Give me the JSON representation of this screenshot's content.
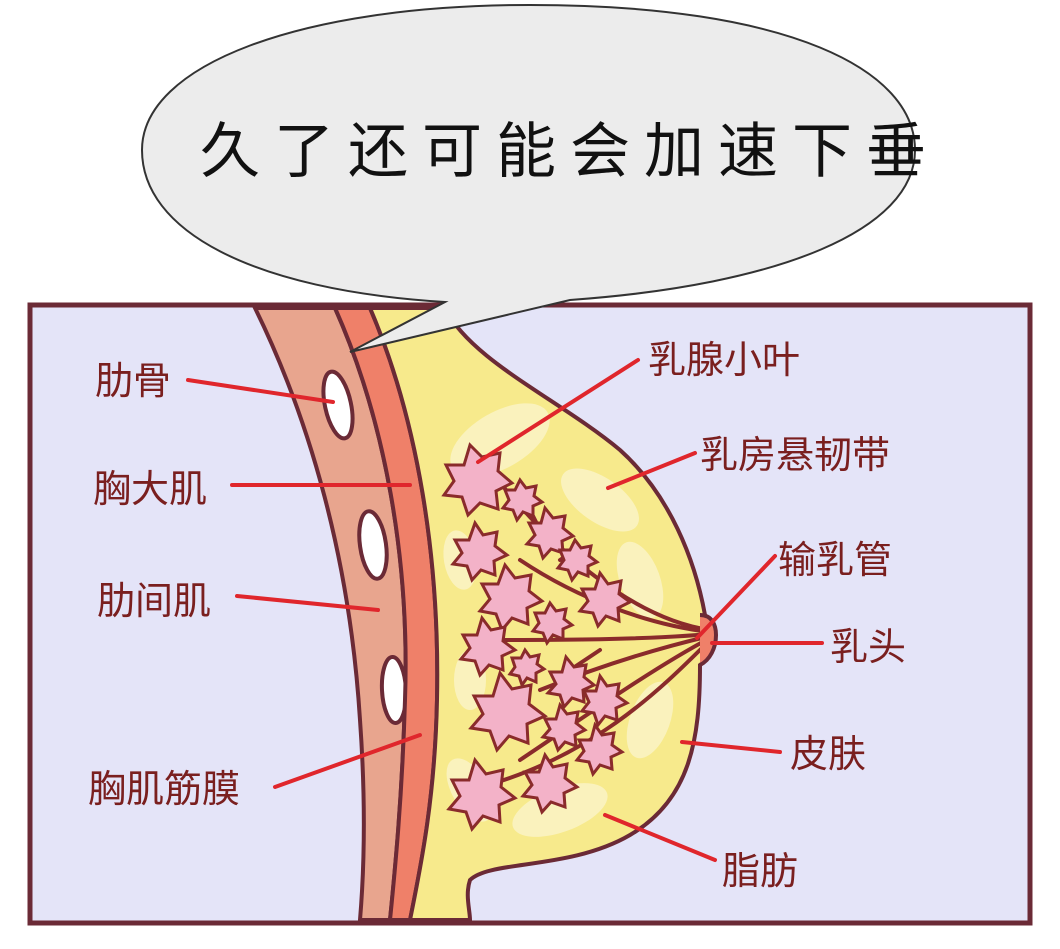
{
  "speech_bubble": {
    "text": "久了还可能会加速下垂"
  },
  "labels": {
    "rib": "肋骨",
    "pectoralis_major": "胸大肌",
    "intercostal": "肋间肌",
    "pectoral_fascia": "胸肌筋膜",
    "lobule": "乳腺小叶",
    "suspensory_ligament": "乳房悬韧带",
    "duct": "输乳管",
    "nipple": "乳头",
    "skin": "皮肤",
    "fat": "脂肪"
  },
  "colors": {
    "background_panel": "#e4e4f8",
    "frame": "#6b2a36",
    "rib_muscle": "#e8a58e",
    "pectoral": "#ef8069",
    "fat": "#f7ea8c",
    "fat_light": "#fbf4c6",
    "lobule": "#f3b2c8",
    "duct": "#8a2b2b",
    "leader_line": "#e0262c",
    "label_text": "#7a1f1f"
  }
}
